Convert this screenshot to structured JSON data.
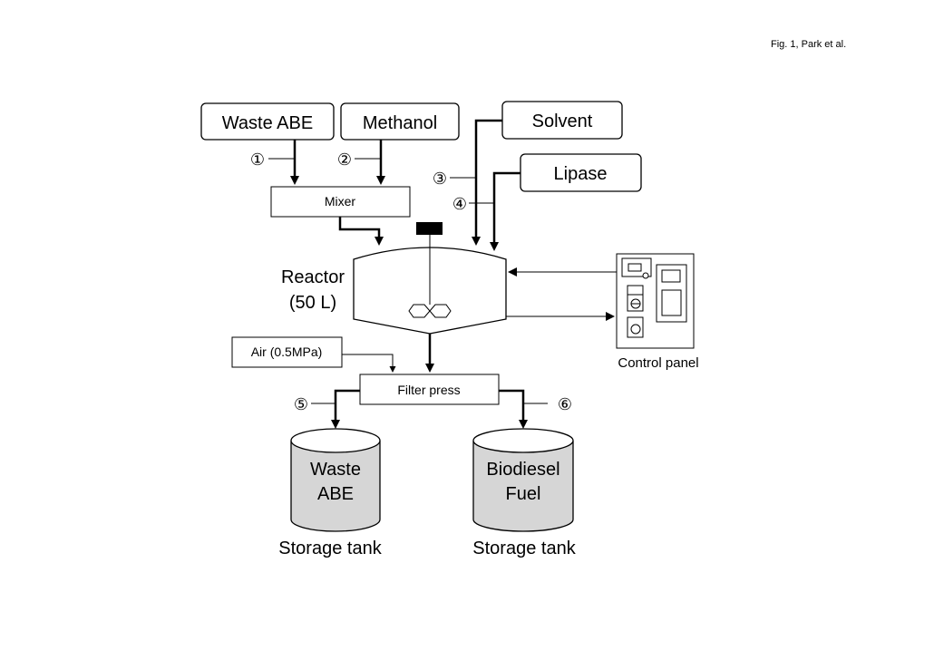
{
  "caption": "Fig. 1, Park et al.",
  "inputs": {
    "waste_abe": "Waste ABE",
    "methanol": "Methanol",
    "solvent": "Solvent",
    "lipase": "Lipase"
  },
  "streams": {
    "s1": "①",
    "s2": "②",
    "s3": "③",
    "s4": "④",
    "s5": "⑤",
    "s6": "⑥"
  },
  "mixer": "Mixer",
  "reactor": {
    "line1": "Reactor",
    "line2": "(50 L)"
  },
  "air": "Air (0.5MPa)",
  "filter_press": "Filter press",
  "control_panel": "Control panel",
  "tanks": [
    {
      "line1": "Waste",
      "line2": "ABE",
      "label": "Storage tank"
    },
    {
      "line1": "Biodiesel",
      "line2": "Fuel",
      "label": "Storage tank"
    }
  ],
  "colors": {
    "tank_fill": "#d6d6d6",
    "line": "#000000"
  }
}
